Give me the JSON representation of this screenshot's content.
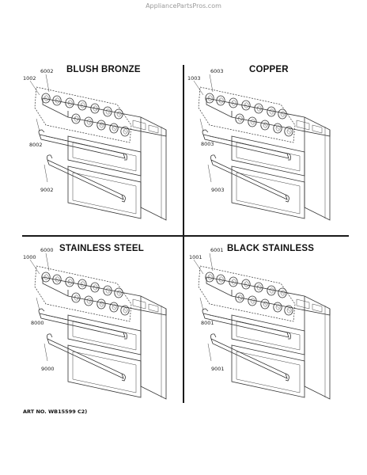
{
  "watermark": "AppliancePartsPros.com",
  "art_number": "ART NO. WB15599 C2)",
  "panels": [
    {
      "finish": "BLUSH BRONZE",
      "callouts": {
        "knob": "1002",
        "bezel": "6002",
        "upper_handle": "8002",
        "lower_handle": "9002"
      }
    },
    {
      "finish": "COPPER",
      "callouts": {
        "knob": "1003",
        "bezel": "6003",
        "upper_handle": "8003",
        "lower_handle": "9003"
      }
    },
    {
      "finish": "STAINLESS STEEL",
      "callouts": {
        "knob": "1000",
        "bezel": "6000",
        "upper_handle": "8000",
        "lower_handle": "9000"
      }
    },
    {
      "finish": "BLACK STAINLESS",
      "callouts": {
        "knob": "1001",
        "bezel": "6001",
        "upper_handle": "8001",
        "lower_handle": "9001"
      }
    }
  ]
}
